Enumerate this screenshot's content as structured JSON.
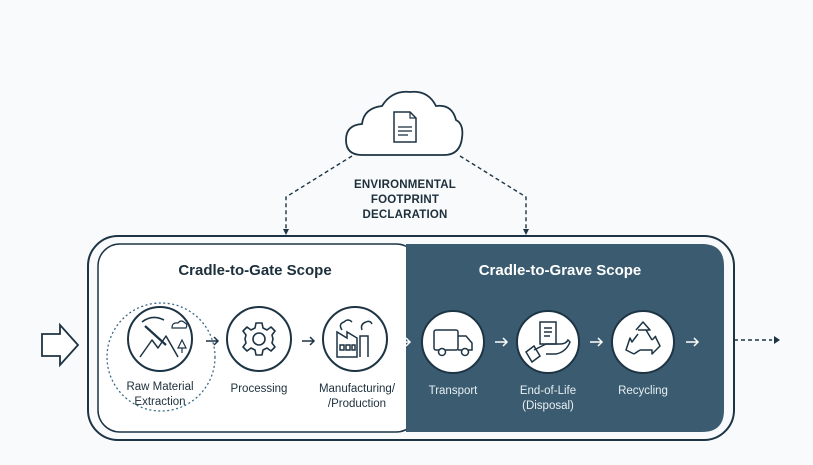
{
  "declaration": {
    "icon": "cloud-document-icon",
    "title_lines": [
      "ENVIRONMENTAL",
      "FOOTPRINT",
      "DECLARATION"
    ]
  },
  "scopes": {
    "gate": {
      "title": "Cradle-to-Gate Scope",
      "stages": [
        {
          "icon": "mining-pickaxe-mountain-icon",
          "label_lines": [
            "Raw Material",
            "Extraction"
          ]
        },
        {
          "icon": "gear-icon",
          "label_lines": [
            "Processing"
          ]
        },
        {
          "icon": "factory-icon",
          "label_lines": [
            "Manufacturing/",
            "/Production"
          ]
        }
      ]
    },
    "grave": {
      "title": "Cradle-to-Grave Scope",
      "stages": [
        {
          "icon": "truck-icon",
          "label_lines": [
            "Transport"
          ]
        },
        {
          "icon": "hand-document-icon",
          "label_lines": [
            "End-of-Life",
            "(Disposal)"
          ]
        },
        {
          "icon": "recycling-icon",
          "label_lines": [
            "Recycling"
          ]
        }
      ]
    }
  },
  "colors": {
    "dark_panel": "#3b5c70",
    "outline": "#1d3444",
    "background": "#f9fafb"
  }
}
